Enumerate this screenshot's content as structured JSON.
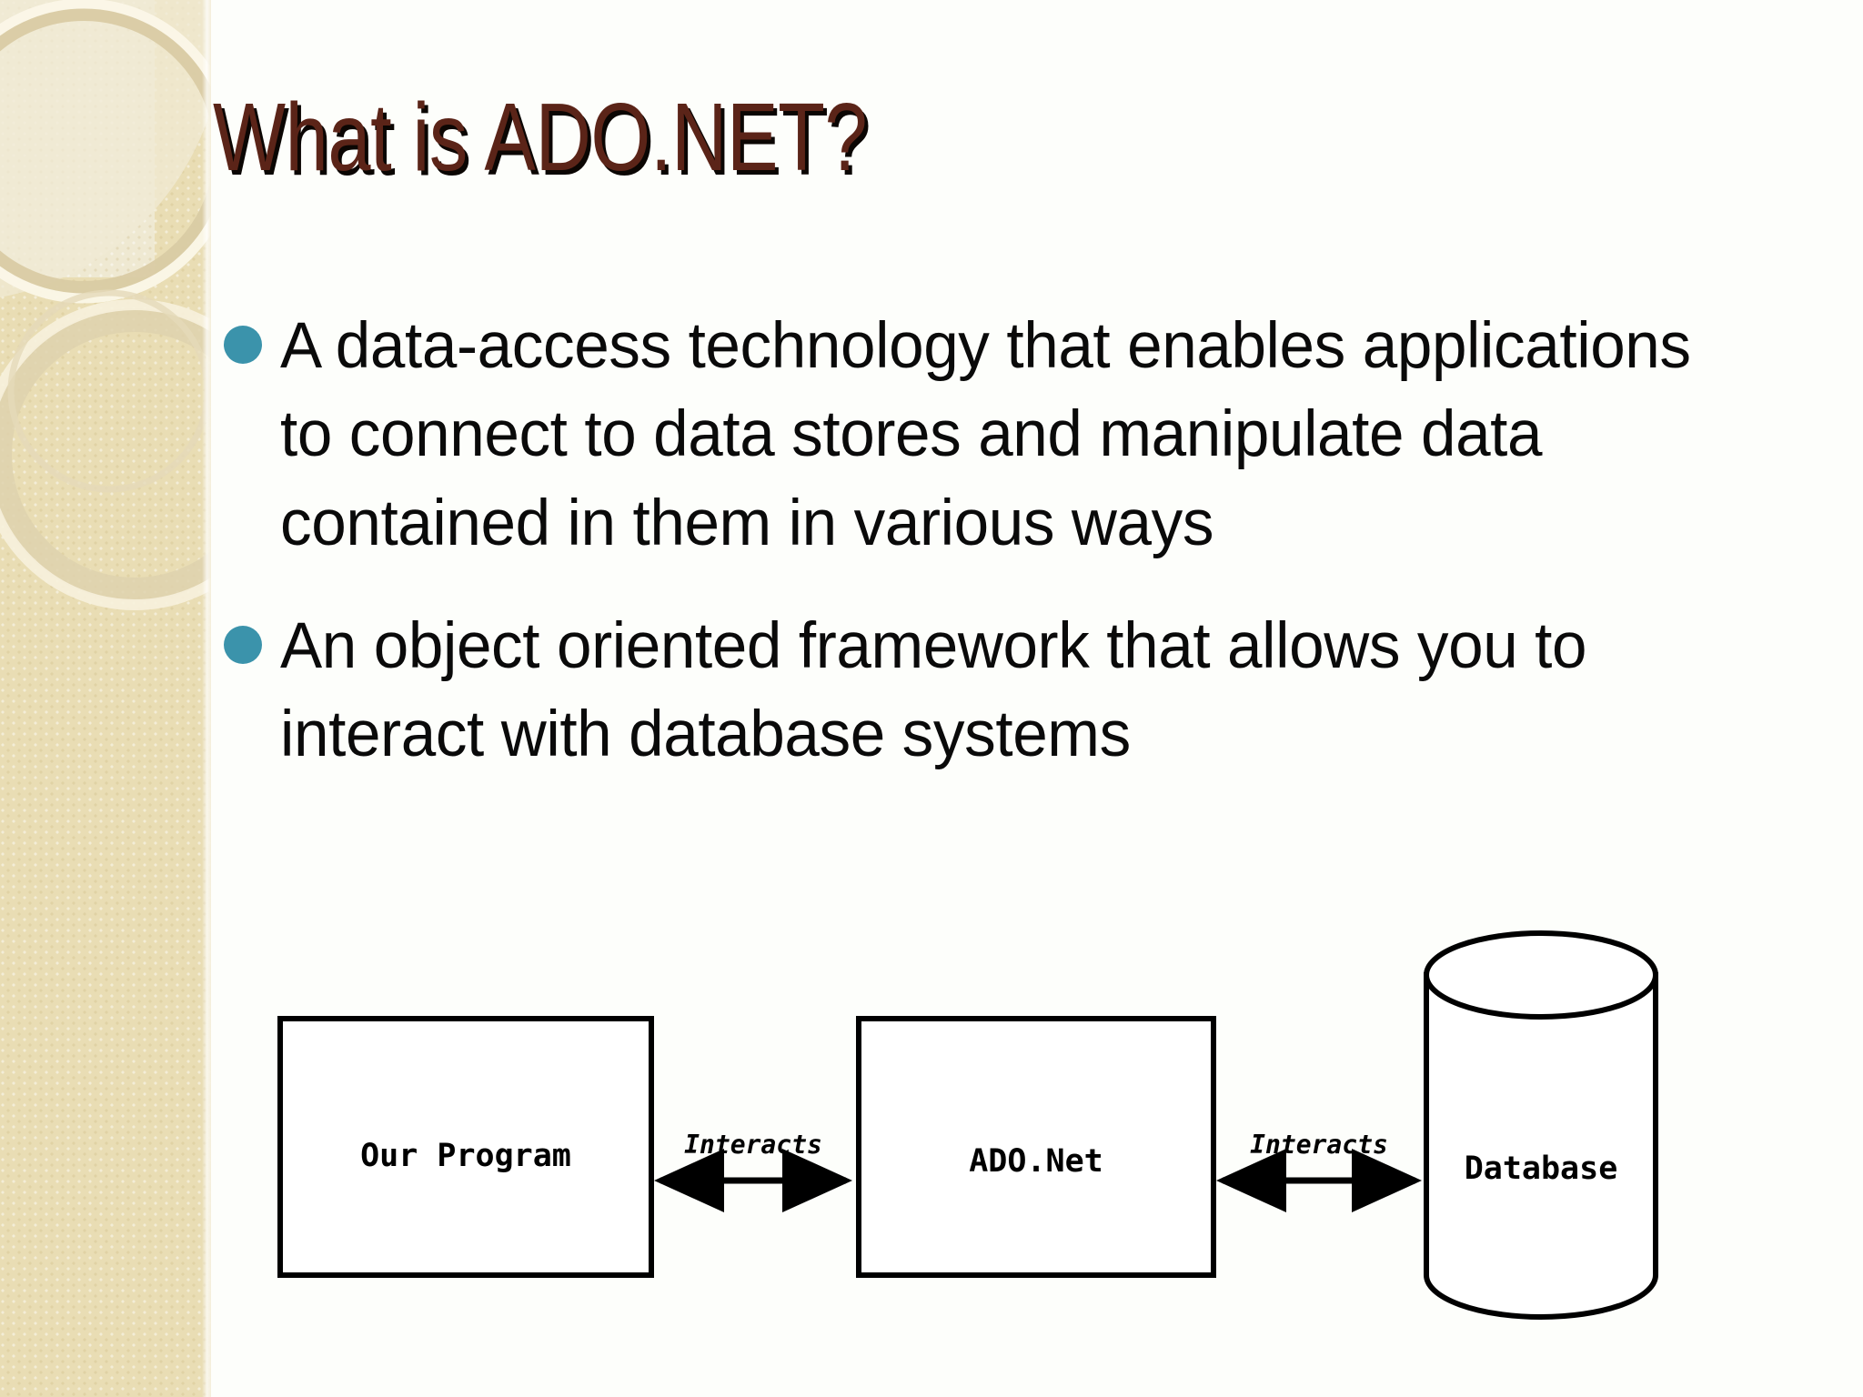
{
  "slide": {
    "title": "What is ADO.NET?",
    "background_color": "#fdfefb",
    "title_color": "#5b2418",
    "bullet_color": "#3b93ab",
    "sidebar_color": "#e9ddb4"
  },
  "bullets": [
    {
      "text": "A data-access technology that enables applications to connect to data stores and manipulate data contained in them in various ways"
    },
    {
      "text": "An object oriented framework that allows you to interact with database systems"
    }
  ],
  "diagram": {
    "type": "flow",
    "nodes": [
      {
        "id": "our-program",
        "label": "Our Program",
        "shape": "rectangle"
      },
      {
        "id": "ado-net",
        "label": "ADO.Net",
        "shape": "rectangle"
      },
      {
        "id": "database",
        "label": "Database",
        "shape": "cylinder"
      }
    ],
    "edges": [
      {
        "from": "our-program",
        "to": "ado-net",
        "label": "Interacts",
        "direction": "bidirectional"
      },
      {
        "from": "ado-net",
        "to": "database",
        "label": "Interacts",
        "direction": "bidirectional"
      }
    ]
  }
}
